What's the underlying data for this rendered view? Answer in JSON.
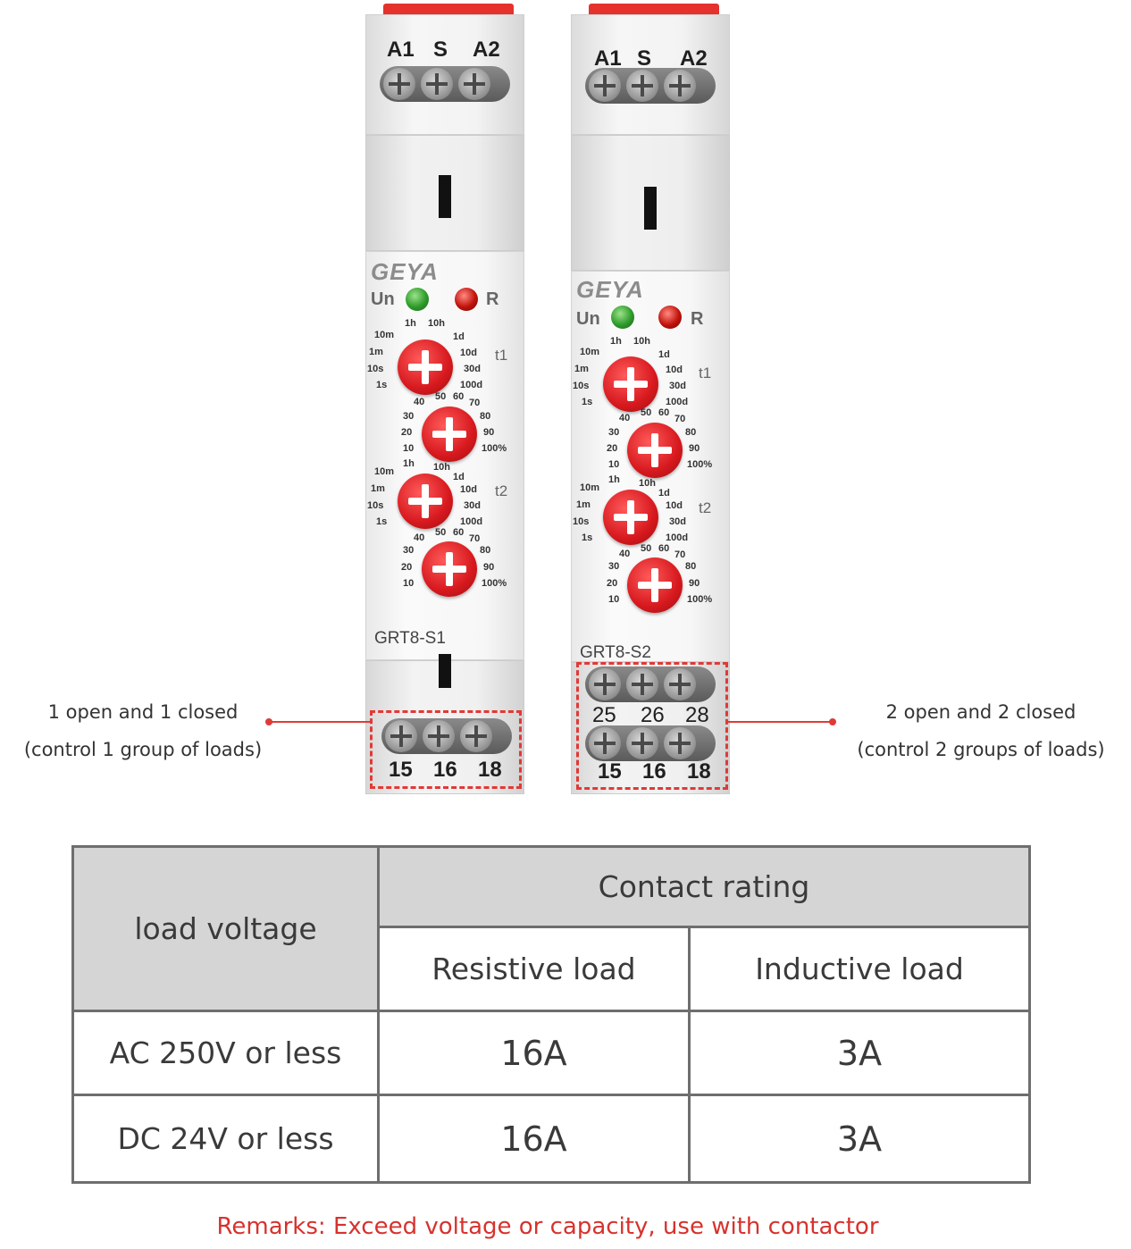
{
  "relay_s1": {
    "terminals_top": [
      "A1",
      "S",
      "A2"
    ],
    "brand": "GEYA",
    "led_un": "Un",
    "led_r": "R",
    "t1": "t1",
    "t2": "t2",
    "time_scale_left": [
      "10m",
      "1m",
      "10s",
      "1s"
    ],
    "time_scale_top": [
      "1h",
      "10h"
    ],
    "time_scale_right": [
      "1d",
      "10d",
      "30d",
      "100d"
    ],
    "pct_scale_left": [
      "30",
      "20",
      "10"
    ],
    "pct_scale_top": [
      "40",
      "50",
      "60",
      "70"
    ],
    "pct_scale_right": [
      "80",
      "90",
      "100%"
    ],
    "model": "GRT8-S1",
    "terminals_bottom": [
      "15",
      "16",
      "18"
    ]
  },
  "relay_s2": {
    "terminals_top": [
      "A1",
      "S",
      "A2"
    ],
    "brand": "GEYA",
    "led_un": "Un",
    "led_r": "R",
    "t1": "t1",
    "t2": "t2",
    "model": "GRT8-S2",
    "terminals_mid": [
      "25",
      "26",
      "28"
    ],
    "terminals_bottom": [
      "15",
      "16",
      "18"
    ]
  },
  "callouts": {
    "left_line1": "1 open and 1 closed",
    "left_line2": "(control 1 group of loads)",
    "right_line1": "2 open and 2 closed",
    "right_line2": "(control 2 groups of loads)"
  },
  "table": {
    "col_load_voltage": "load voltage",
    "col_contact_rating": "Contact rating",
    "col_resistive": "Resistive load",
    "col_inductive": "Inductive load",
    "rows": [
      {
        "voltage": "AC 250V or less",
        "resistive": "16A",
        "inductive": "3A"
      },
      {
        "voltage": "DC 24V or less",
        "resistive": "16A",
        "inductive": "3A"
      }
    ]
  },
  "remark": "Remarks: Exceed voltage or capacity, use with contactor",
  "colors": {
    "accent_red": "#e03a36",
    "knob_red": "#d7191e",
    "led_green": "#2e9b2a",
    "header_grey": "#d5d5d5"
  }
}
